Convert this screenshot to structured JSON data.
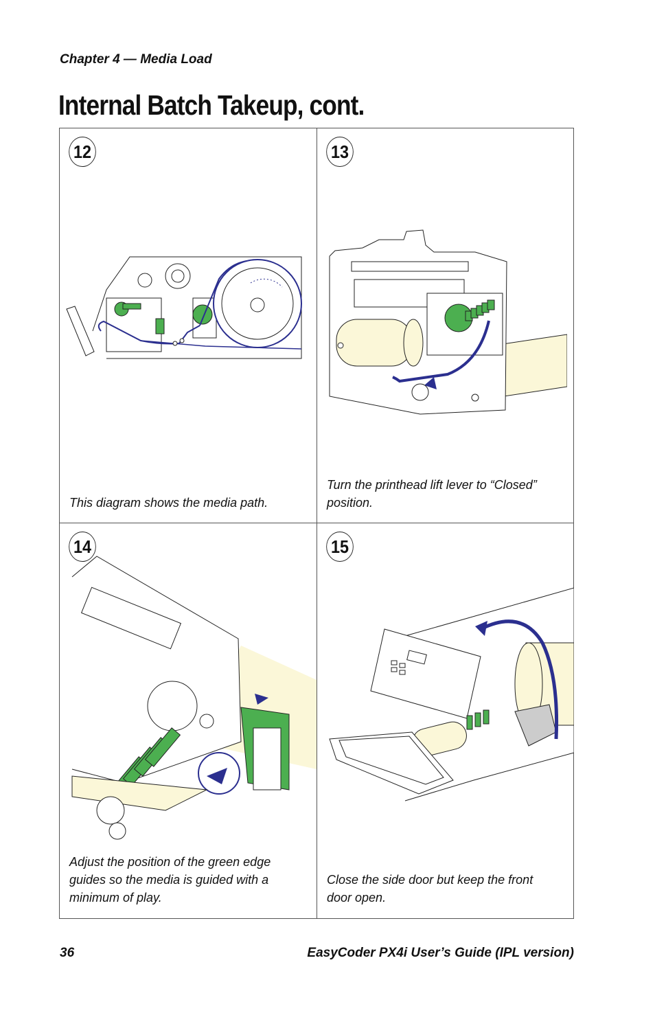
{
  "header": {
    "chapter": "Chapter 4 — Media Load"
  },
  "page": {
    "title": "Internal Batch Takeup, cont."
  },
  "steps": [
    {
      "number": "12",
      "caption": "This diagram shows the media path."
    },
    {
      "number": "13",
      "caption": "Turn the printhead lift lever to “Closed” position."
    },
    {
      "number": "14",
      "caption": "Adjust the position of the green edge guides so the media is guided with a minimum of play."
    },
    {
      "number": "15",
      "caption": "Close the side door but keep the front door open."
    }
  ],
  "colors": {
    "accent_blue": "#2b2f8f",
    "edge_guide_green": "#4caf50",
    "media_yellow": "#fbf7d8"
  },
  "footer": {
    "page_number": "36",
    "guide_title": "EasyCoder PX4i User’s Guide (IPL version)"
  }
}
